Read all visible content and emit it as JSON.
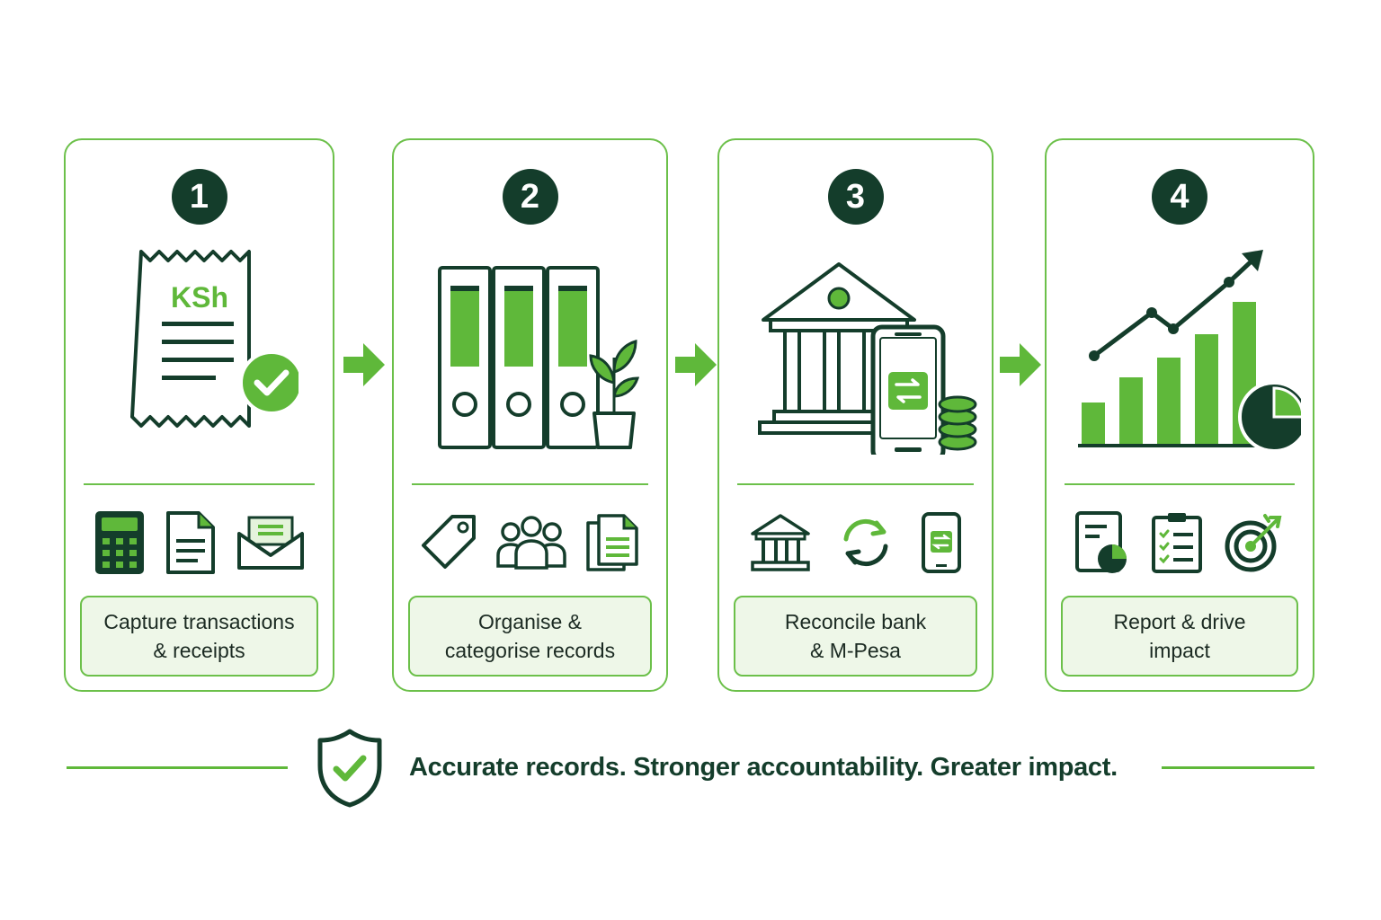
{
  "colors": {
    "accent": "#6cc04a",
    "dark": "#143d2b",
    "label_bg": "#eef7e8"
  },
  "steps": [
    {
      "number": "1",
      "hero_text": "KSh",
      "label": "Capture transactions\n& receipts",
      "icons": [
        "calculator-icon",
        "document-icon",
        "envelope-icon"
      ]
    },
    {
      "number": "2",
      "label": "Organise &\ncategorise records",
      "icons": [
        "tag-icon",
        "group-icon",
        "files-icon"
      ]
    },
    {
      "number": "3",
      "label": "Reconcile bank\n& M-Pesa",
      "icons": [
        "bank-icon",
        "sync-icon",
        "mobile-transfer-icon"
      ]
    },
    {
      "number": "4",
      "label": "Report & drive\nimpact",
      "icons": [
        "report-icon",
        "checklist-icon",
        "target-icon"
      ]
    }
  ],
  "footer": {
    "tagline": "Accurate records. Stronger accountability. Greater impact.",
    "icon": "shield-check-icon"
  }
}
